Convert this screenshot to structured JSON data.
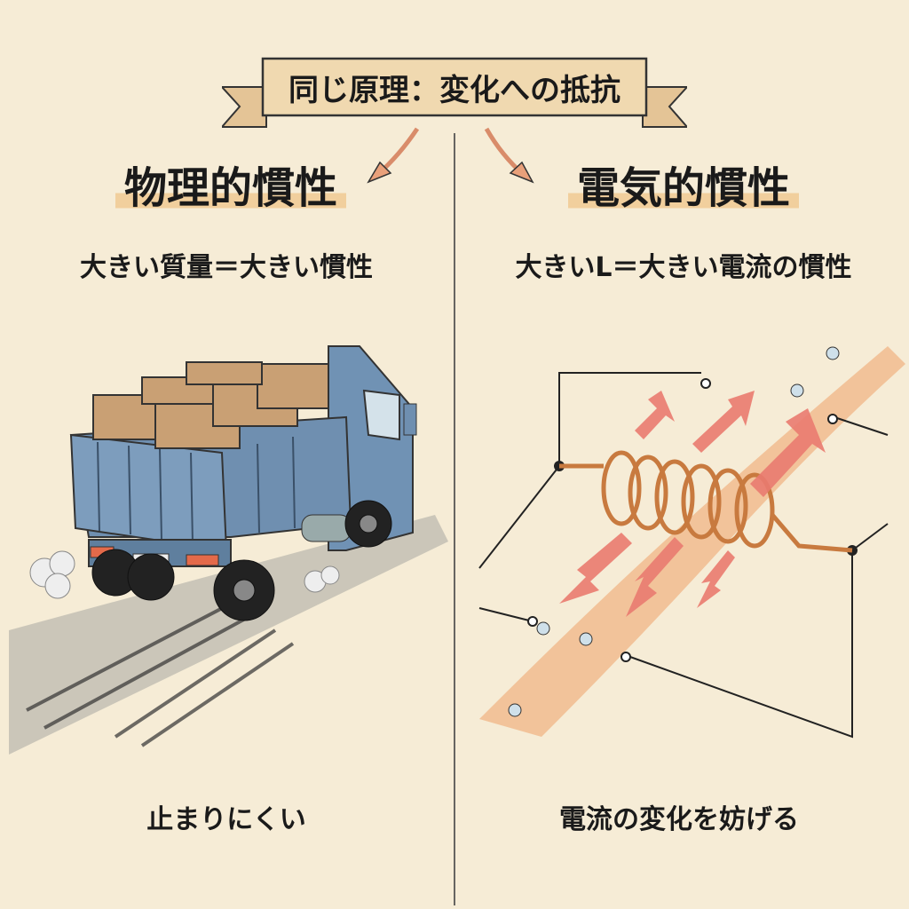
{
  "banner": {
    "title": "同じ原理：変化への抵抗"
  },
  "left": {
    "heading": "物理的慣性",
    "subtitle": "大きい質量＝大きい慣性",
    "caption": "止まりにくい"
  },
  "right": {
    "heading": "電気的慣性",
    "subtitle": "大きいL＝大きい電流の慣性",
    "caption": "電流の変化を妨げる"
  },
  "colors": {
    "background": "#f6ecd6",
    "banner": "#f0d9b0",
    "truck": "#6f8fb0",
    "arrow": "#e9897a",
    "current": "#eea36a",
    "coil": "#c87a3f"
  }
}
